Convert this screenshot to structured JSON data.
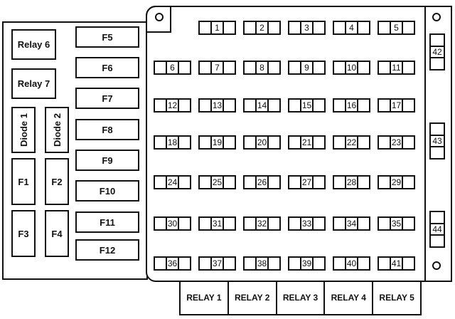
{
  "left_panel": {
    "relays": [
      "Relay 6",
      "Relay 7"
    ],
    "diodes": [
      "Diode 1",
      "Diode 2"
    ],
    "small_fuses": [
      "F1",
      "F2",
      "F3",
      "F4"
    ],
    "large_fuses": [
      "F5",
      "F6",
      "F7",
      "F8",
      "F9",
      "F10",
      "F11",
      "F12"
    ]
  },
  "main_panel": {
    "rows": [
      [
        "1",
        "2",
        "3",
        "4",
        "5"
      ],
      [
        "6",
        "7",
        "8",
        "9",
        "10",
        "11"
      ],
      [
        "12",
        "13",
        "14",
        "15",
        "16",
        "17"
      ],
      [
        "18",
        "19",
        "20",
        "21",
        "22",
        "23"
      ],
      [
        "24",
        "25",
        "26",
        "27",
        "28",
        "29"
      ],
      [
        "30",
        "31",
        "32",
        "33",
        "34",
        "35"
      ],
      [
        "36",
        "37",
        "38",
        "39",
        "40",
        "41"
      ]
    ]
  },
  "right_strip": {
    "fuses": [
      "42",
      "43",
      "44"
    ]
  },
  "bottom_relays": [
    "RELAY 1",
    "RELAY 2",
    "RELAY 3",
    "RELAY 4",
    "RELAY 5"
  ]
}
